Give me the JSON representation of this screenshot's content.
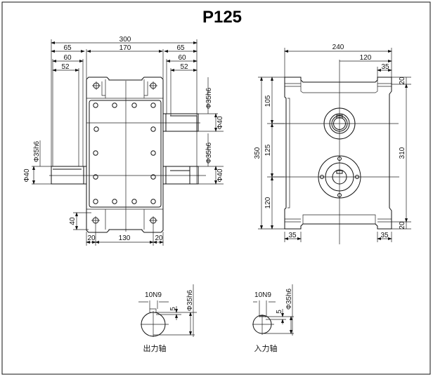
{
  "title": "P125",
  "top_view": {
    "overall_width": "300",
    "left_shaft_65": "65",
    "body_width": "170",
    "right_shaft_65": "65",
    "left_60": "60",
    "right_60": "60",
    "left_52": "52",
    "right_52": "52",
    "shaft_dia_upper_right": "Φ35h6",
    "shaft_boss_upper_right": "Φ40",
    "shaft_dia_lower_right": "Φ35h6",
    "shaft_boss_lower_right": "Φ40",
    "shaft_dia_left": "Φ35h6",
    "shaft_boss_left": "Φ40",
    "foot_height": "40",
    "foot_left": "20",
    "bolt_span": "130",
    "foot_right": "20"
  },
  "side_view": {
    "overall_width": "240",
    "half_width": "120",
    "foot_top": "35",
    "overall_height": "350",
    "seg_top": "105",
    "seg_mid": "125",
    "seg_bottom": "120",
    "inner_height": "310",
    "lug_top": "20",
    "lug_bottom": "20",
    "foot_left": "35",
    "foot_right": "35"
  },
  "output_shaft": {
    "keyway": "10N9",
    "depth": "5",
    "diameter": "Φ35h6",
    "label": "出力轴"
  },
  "input_shaft": {
    "keyway": "10N9",
    "depth": "5",
    "diameter": "Φ35h6",
    "label": "入力轴"
  }
}
